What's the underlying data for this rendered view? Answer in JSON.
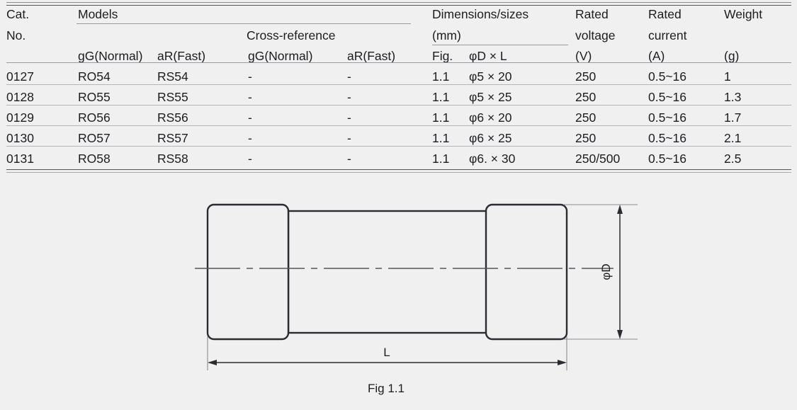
{
  "table": {
    "headers": {
      "cat_no_line1": "Cat.",
      "cat_no_line2": "No.",
      "models_group": "Models",
      "cross_reference_group": "Cross-reference",
      "models_gg": "gG(Normal)",
      "models_ar": "aR(Fast)",
      "xref_gg": "gG(Normal)",
      "xref_ar": "aR(Fast)",
      "dimensions_line1": "Dimensions/sizes",
      "dimensions_line2": "(mm)",
      "fig": "Fig.",
      "dxl": "φD × L",
      "rated_voltage_line1": "Rated",
      "rated_voltage_line2": "voltage",
      "rated_voltage_unit": "(V)",
      "rated_current_line1": "Rated",
      "rated_current_line2": "current",
      "rated_current_unit": "(A)",
      "weight_line1": "Weight",
      "weight_unit": "(g)"
    },
    "rows": [
      {
        "cat_no": "0127",
        "models_gg": "RO54",
        "models_ar": "RS54",
        "xref_gg": "-",
        "xref_ar": "-",
        "fig": "1.1",
        "dxl": "φ5 × 20",
        "rated_voltage": "250",
        "rated_current": "0.5~16",
        "weight": "1"
      },
      {
        "cat_no": "0128",
        "models_gg": "RO55",
        "models_ar": "RS55",
        "xref_gg": "-",
        "xref_ar": "-",
        "fig": "1.1",
        "dxl": "φ5 × 25",
        "rated_voltage": "250",
        "rated_current": "0.5~16",
        "weight": "1.3"
      },
      {
        "cat_no": "0129",
        "models_gg": "RO56",
        "models_ar": "RS56",
        "xref_gg": "-",
        "xref_ar": "-",
        "fig": "1.1",
        "dxl": "φ6 × 20",
        "rated_voltage": "250",
        "rated_current": "0.5~16",
        "weight": "1.7"
      },
      {
        "cat_no": "0130",
        "models_gg": "RO57",
        "models_ar": "RS57",
        "xref_gg": "-",
        "xref_ar": "-",
        "fig": "1.1",
        "dxl": "φ6 × 25",
        "rated_voltage": "250",
        "rated_current": "0.5~16",
        "weight": "2.1"
      },
      {
        "cat_no": "0131",
        "models_gg": "RO58",
        "models_ar": "RS58",
        "xref_gg": "-",
        "xref_ar": "-",
        "fig": "1.1",
        "dxl": "φ6. × 30",
        "rated_voltage": "250/500",
        "rated_current": "0.5~16",
        "weight": "2.5"
      }
    ]
  },
  "figure": {
    "caption": "Fig 1.1",
    "dimension_length_label": "L",
    "dimension_diameter_label": "φD"
  },
  "colors": {
    "background": "#f0f0f1",
    "text": "#1d1d20",
    "rule_dark": "#55555b",
    "rule_light": "#b4b4ba",
    "drawing_line": "#2b2b31"
  }
}
